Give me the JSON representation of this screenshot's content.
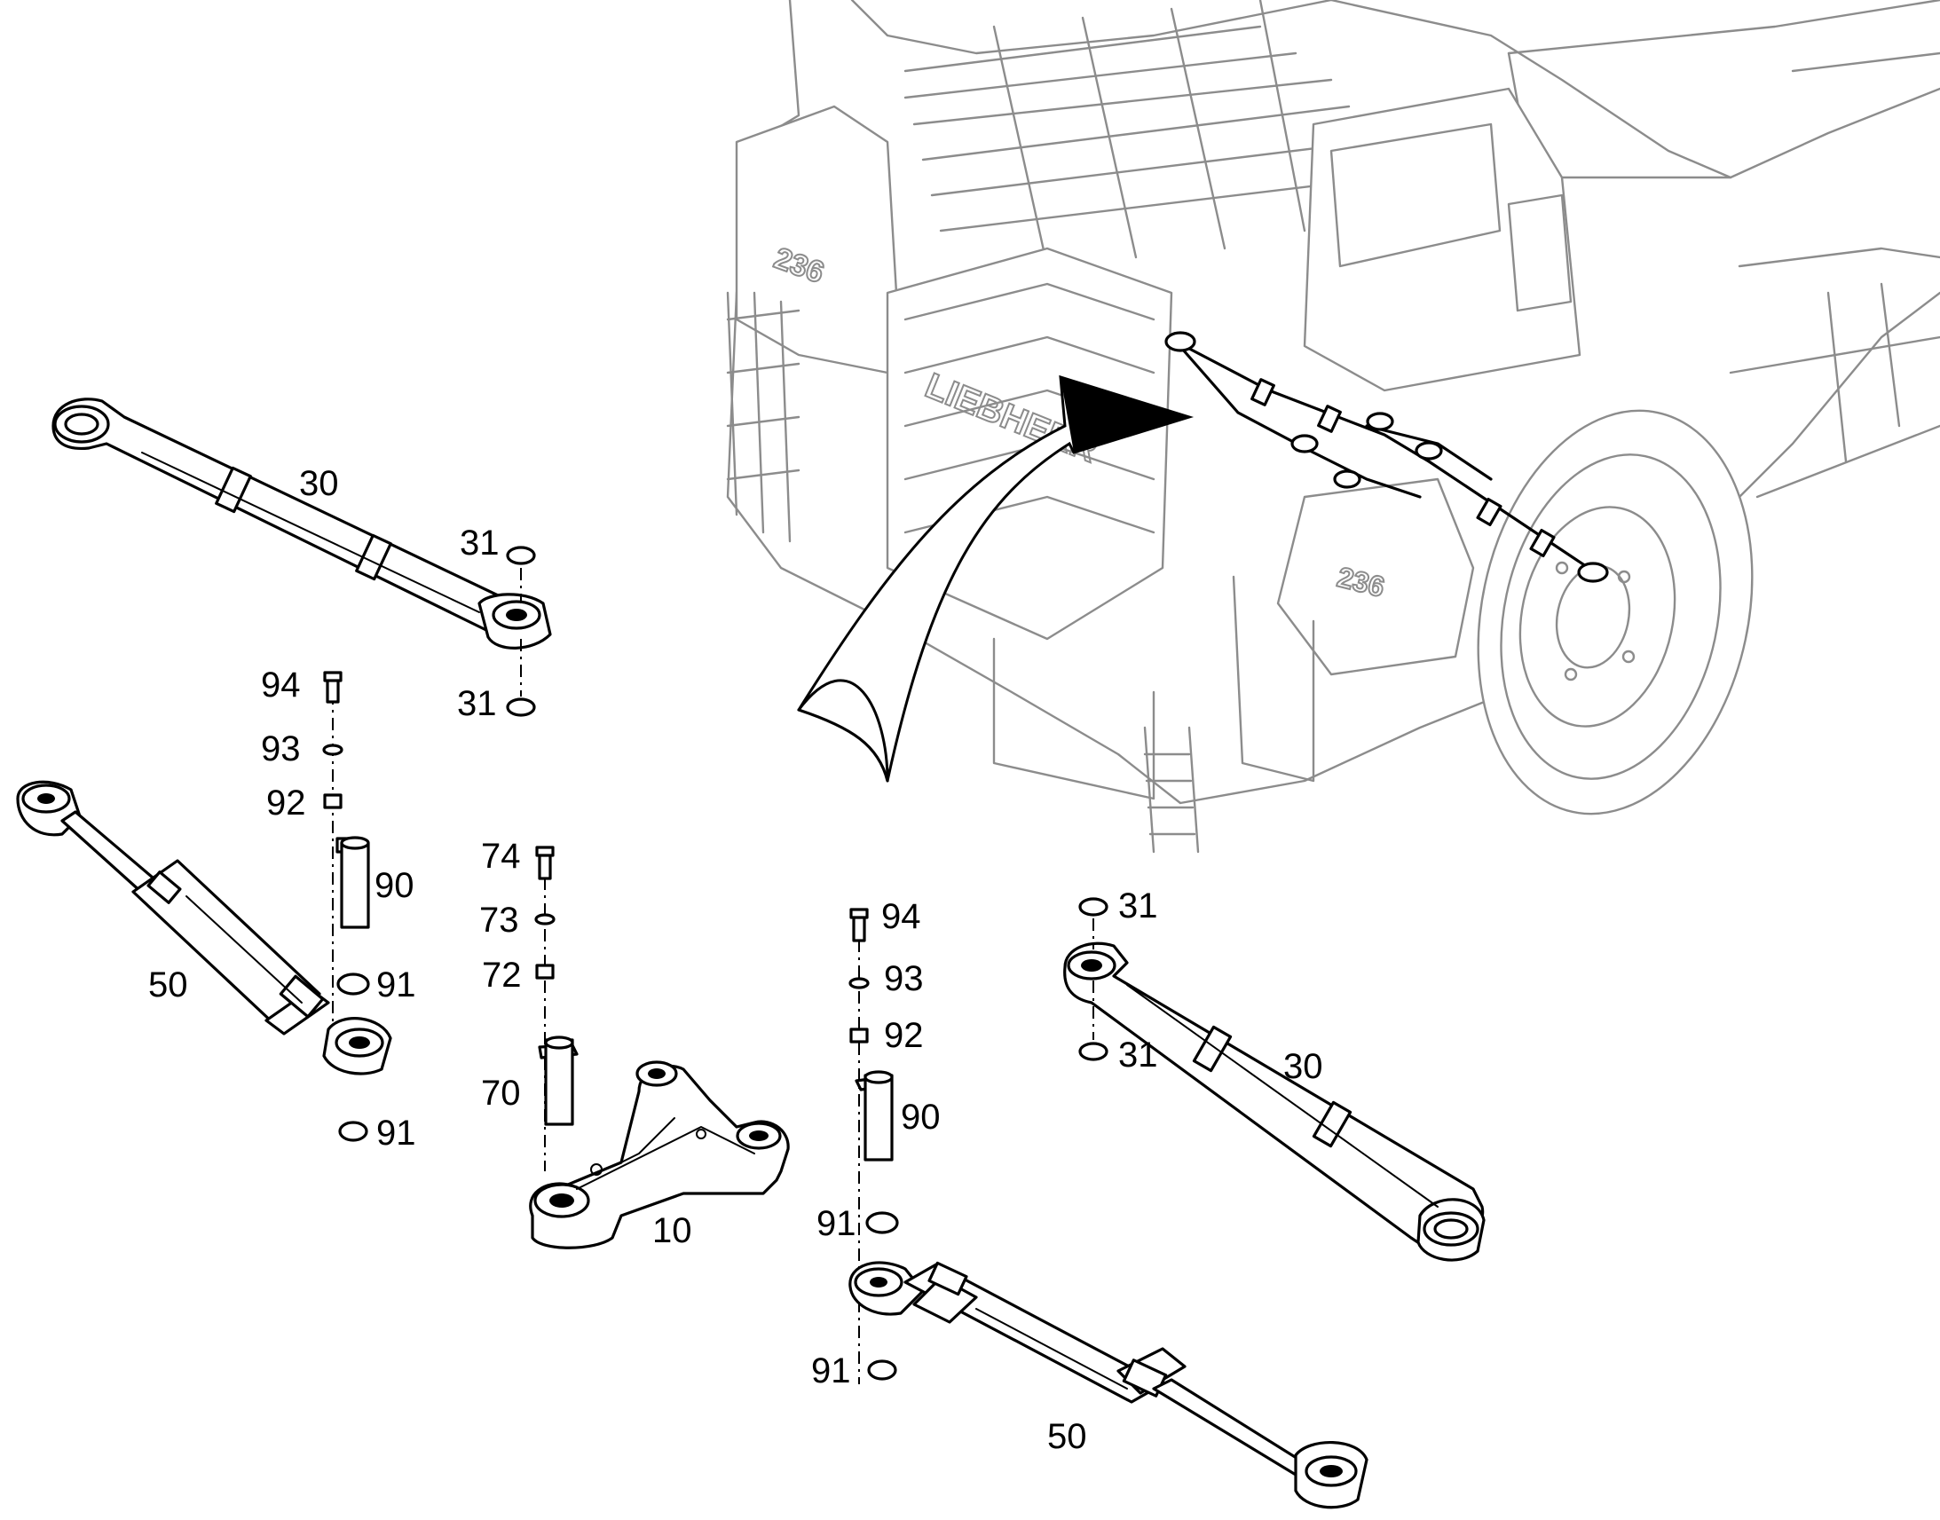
{
  "truck": {
    "model_badge": "236",
    "brand": "LIEBHERR"
  },
  "callouts": {
    "c30_upper": "30",
    "c31_upper_a": "31",
    "c31_upper_b": "31",
    "c94_left": "94",
    "c93_left": "93",
    "c92_left": "92",
    "c90_left": "90",
    "c91_left_a": "91",
    "c91_left_b": "91",
    "c50_left": "50",
    "c74": "74",
    "c73": "73",
    "c72": "72",
    "c70": "70",
    "c10": "10",
    "c94_right": "94",
    "c93_right": "93",
    "c92_right": "92",
    "c90_right": "90",
    "c91_right_a": "91",
    "c91_right_b": "91",
    "c50_right": "50",
    "c31_right_a": "31",
    "c31_right_b": "31",
    "c30_right": "30"
  }
}
